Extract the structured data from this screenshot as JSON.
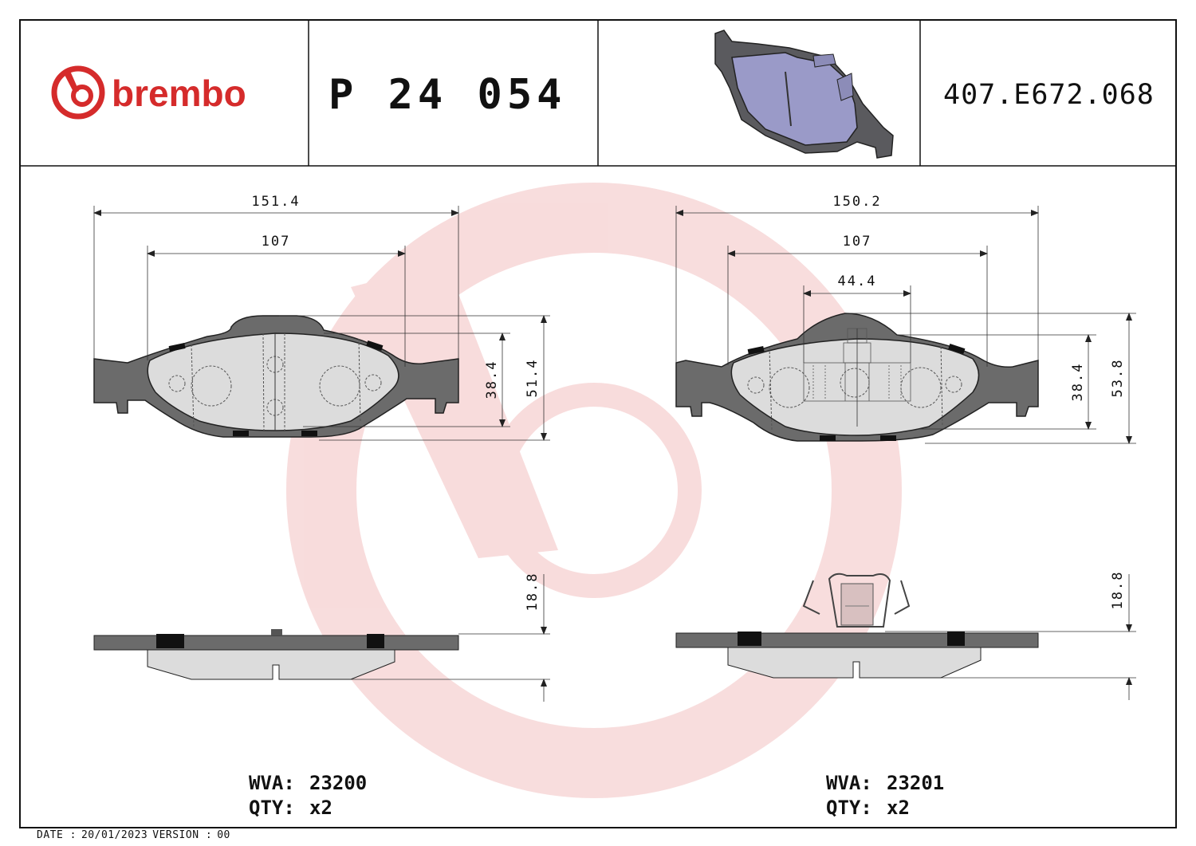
{
  "header": {
    "brand": "brembo",
    "part_number": "P 24 054",
    "reference": "407.E672.068"
  },
  "brand_color": "#d52b2b",
  "left_pad": {
    "dim_width_total": "151.4",
    "dim_width_inner": "107",
    "dim_height_inner": "38.4",
    "dim_height_total": "51.4",
    "dim_thickness": "18.8",
    "wva_label": "WVA:",
    "wva_value": "23200",
    "qty_label": "QTY:",
    "qty_value": "x2"
  },
  "right_pad": {
    "dim_width_total": "150.2",
    "dim_width_inner": "107",
    "dim_width_clip": "44.4",
    "dim_height_inner": "38.4",
    "dim_height_total": "53.8",
    "dim_thickness": "18.8",
    "wva_label": "WVA:",
    "wva_value": "23201",
    "qty_label": "QTY:",
    "qty_value": "x2"
  },
  "footer": {
    "date_label": "DATE :",
    "date_value": "20/01/2023",
    "version_label": "VERSION :",
    "version_value": "00"
  }
}
